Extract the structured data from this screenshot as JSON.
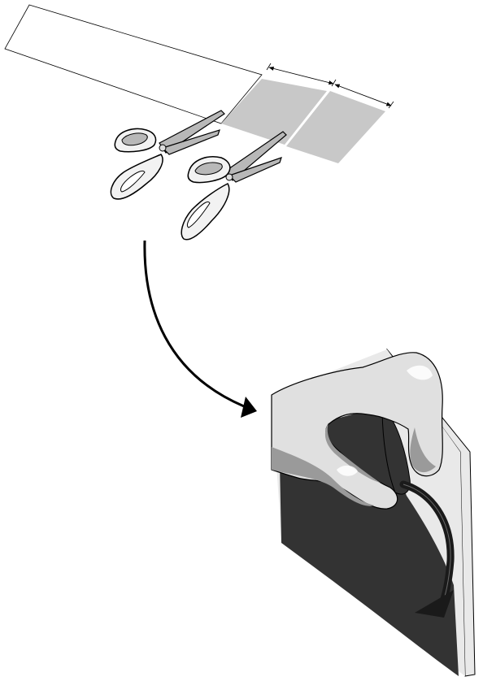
{
  "diagram": {
    "steps": [
      {
        "id": "cut",
        "objects": [
          "paper-strip",
          "cut-piece-1",
          "cut-piece-2",
          "dimension-arrow-1",
          "dimension-arrow-2",
          "scissors-1",
          "scissors-2"
        ]
      },
      {
        "id": "peel",
        "objects": [
          "hand",
          "panel",
          "dark-sheet",
          "curved-arrow"
        ]
      }
    ],
    "transition": "curved-arrow-down",
    "colors": {
      "outline": "#000000",
      "paper": "#ffffff",
      "cut_piece": "#c8c8c8",
      "scissor_blade": "#b8b8b8",
      "scissor_handle": "#f2f2f2",
      "hand": "#e0e0e0",
      "hand_shadow": "#9a9a9a",
      "panel": "#e9e9e9",
      "dark_sheet": "#333333",
      "peel_arrow": "#1a1a1a"
    }
  }
}
